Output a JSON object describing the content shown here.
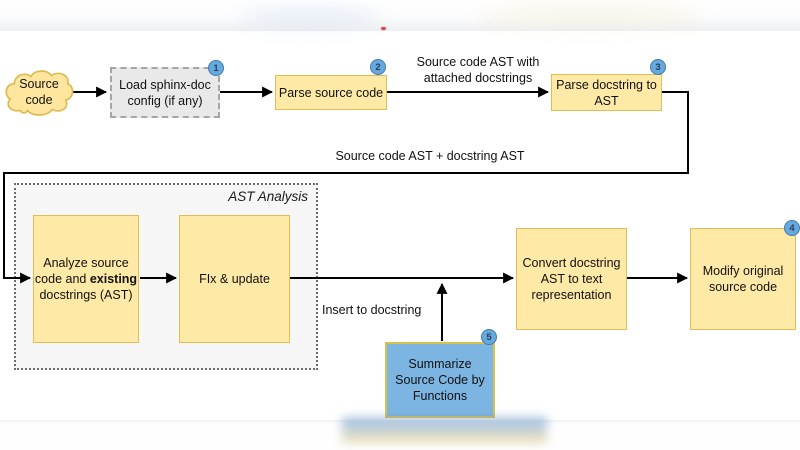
{
  "diagram": {
    "group_label": "AST Analysis",
    "nodes": {
      "source_cloud": {
        "label": "Source\ncode"
      },
      "load_config": {
        "label": "Load sphinx-doc\nconfig (if any)",
        "badge": "1"
      },
      "parse_source": {
        "label": "Parse source code",
        "badge": "2"
      },
      "parse_docstring": {
        "label": "Parse docstring to\nAST",
        "badge": "3"
      },
      "analyze": {
        "label_before": "Analyze source\ncode and",
        "label_bold": " existing",
        "label_after": "\ndocstrings (AST)"
      },
      "fix_update": {
        "label": "FIx & update"
      },
      "convert": {
        "label": "Convert docstring\nAST to text\nrepresentation"
      },
      "modify": {
        "label": "Modify original\nsource code",
        "badge": "4"
      },
      "summarize": {
        "label": "Summarize\nSource Code by\nFunctions",
        "badge": "5"
      }
    },
    "edge_labels": {
      "ast_with_docstrings": "Source code AST with\nattached docstrings",
      "ast_plus_docstring": "Source code AST + docstring AST",
      "insert_to_docstring": "Insert to docstring"
    },
    "colors": {
      "node_fill": "#FFE9A6",
      "node_border": "#E0BE56",
      "dashed_fill": "#E9E9E9",
      "dashed_border": "#A6A6A6",
      "group_fill": "#F6F6F6",
      "blue_fill": "#7DB5E2",
      "blue_border": "#D9C24A",
      "badge_fill": "#67A9DC",
      "badge_border": "#3D7AB5",
      "connector": "#000000"
    }
  }
}
